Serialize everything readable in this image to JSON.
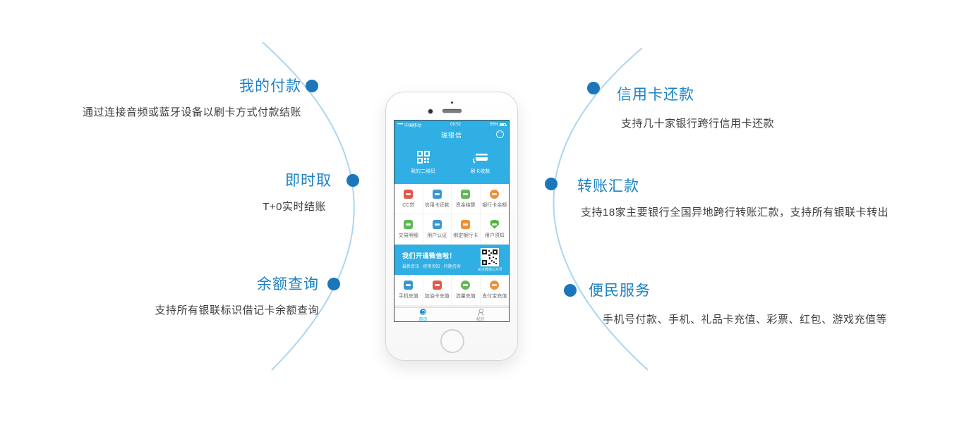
{
  "colors": {
    "accent_blue": "#1b82c4",
    "dot_blue": "#1b76ba",
    "arc_blue": "#abd6f1",
    "screen_blue": "#2fafe3",
    "desc_text": "#3f3f3f",
    "icon_red": "#e2574c",
    "icon_blue": "#3b97d3",
    "icon_green": "#61b856",
    "icon_orange": "#ef8f35",
    "icon_shield_green": "#52b43c"
  },
  "features": {
    "left": [
      {
        "title": "我的付款",
        "desc": "通过连接音频或蓝牙设备以刷卡方式付款结账"
      },
      {
        "title": "即时取",
        "desc": "T+0实时结账"
      },
      {
        "title": "余额查询",
        "desc": "支持所有银联标识借记卡余额查询"
      }
    ],
    "right": [
      {
        "title": "信用卡还款",
        "desc": "支持几十家银行跨行信用卡还款"
      },
      {
        "title": "转账汇款",
        "desc": "支持18家主要银行全国异地跨行转账汇款，支持所有银联卡转出"
      },
      {
        "title": "便民服务",
        "desc": "手机号付款、手机、礼品卡充值、彩票、红包、游戏充值等"
      }
    ]
  },
  "phone": {
    "status_bar": {
      "signal": "•••••",
      "carrier": "中国移动",
      "time": "08:52",
      "battery": "55%"
    },
    "nav": {
      "title": "瑞银信"
    },
    "quick_actions": [
      {
        "label": "我的二维码",
        "icon": "qr-code-icon"
      },
      {
        "label": "刷卡收款",
        "icon": "swipe-card-icon"
      }
    ],
    "grid": [
      {
        "label": "CC贷",
        "icon": "loan-calculator-icon"
      },
      {
        "label": "信用卡还款",
        "icon": "credit-card-repay-icon"
      },
      {
        "label": "资金结算",
        "icon": "funds-settlement-icon"
      },
      {
        "label": "银行卡余额",
        "icon": "bank-card-balance-icon"
      },
      {
        "label": "交易明细",
        "icon": "transaction-detail-icon"
      },
      {
        "label": "用户认证",
        "icon": "user-verify-icon"
      },
      {
        "label": "绑定银行卡",
        "icon": "bind-bank-card-icon"
      },
      {
        "label": "用户须知",
        "icon": "user-notice-shield-icon"
      }
    ],
    "banner": {
      "title": "我们开通微信啦！",
      "subtitle": "最新资讯 · 使用须知 · 问题咨询",
      "qr_caption": "关注微信公众号"
    },
    "services": [
      {
        "label": "手机充值",
        "icon": "phone-topup-icon"
      },
      {
        "label": "加油卡充值",
        "icon": "fuel-card-topup-icon"
      },
      {
        "label": "流量充值",
        "icon": "data-topup-icon"
      },
      {
        "label": "支付宝充值",
        "icon": "alipay-topup-icon"
      }
    ],
    "tabs": [
      {
        "label": "首页",
        "active": true
      },
      {
        "label": "我的",
        "active": false
      }
    ]
  }
}
